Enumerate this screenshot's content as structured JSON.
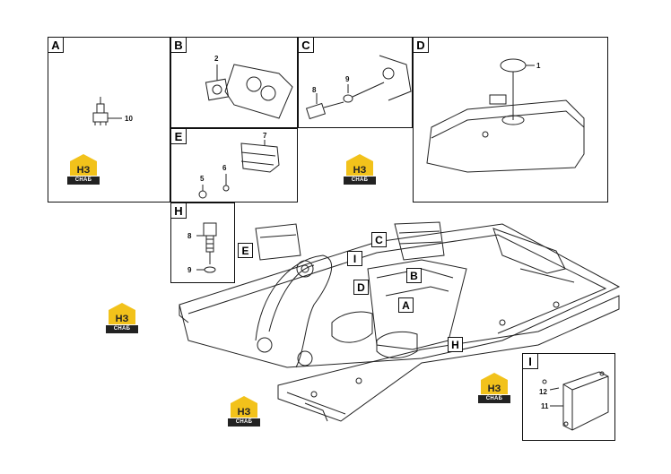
{
  "panels": {
    "A": {
      "tag": "A",
      "parts": [
        "10"
      ]
    },
    "B": {
      "tag": "B",
      "parts": [
        "2"
      ]
    },
    "C": {
      "tag": "C",
      "parts": [
        "8",
        "9"
      ]
    },
    "D": {
      "tag": "D",
      "parts": [
        "1"
      ]
    },
    "E": {
      "tag": "E",
      "parts": [
        "7",
        "5",
        "6"
      ]
    },
    "H": {
      "tag": "H",
      "parts": [
        "8",
        "9"
      ]
    },
    "I": {
      "tag": "I",
      "parts": [
        "12",
        "11"
      ]
    }
  },
  "callouts": [
    "C",
    "E",
    "I",
    "B",
    "D",
    "A",
    "H"
  ],
  "watermark": {
    "caption": "СНАБ",
    "mark": "НЗ",
    "color": "#f2c21b"
  },
  "colors": {
    "line": "#111111",
    "accent": "#f2c21b"
  }
}
